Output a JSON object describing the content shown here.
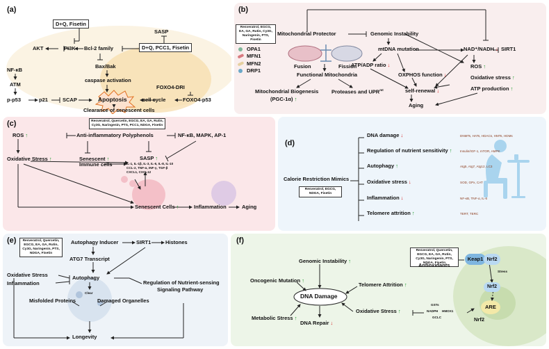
{
  "panels": {
    "a": {
      "label": "(a)",
      "dq_fisetin": "D+Q, Fisetin",
      "sasp": "SASP",
      "dq_pcc1_fisetin": "D+Q, PCC1, Fisetin",
      "akt": "AKT",
      "pi3k": "PI3K",
      "bcl2": "Bcl-2 family",
      "baxbak": "Bax/Bak",
      "caspase": "caspase activation",
      "nfkb": "NF-κB",
      "atm": "ATM",
      "p53": "p-p53",
      "p21": "p21",
      "scap": "SCAP",
      "apoptosis": "Apoptosis",
      "cellcycle": "cell cycle",
      "foxo4dri": "FOXO4-DRI",
      "foxo4p53": "FOXO4-p53",
      "clearance": "Clearance of senescent cells"
    },
    "b": {
      "label": "(b)",
      "compounds": "Resveratrol, EGCG, EA, GA, Rutin, Cy3G, Naringenin, PTS, Fisetin",
      "protector": "Mitochondrial Protector",
      "genomic": "Genomic Instability",
      "legend": [
        "OPA1",
        "MFN1",
        "MFN2",
        "DRP1"
      ],
      "fusion": "Fusion",
      "fission": "Fission",
      "mtdna": "mtDNA mutation",
      "nad": "NAD⁺/NADH",
      "sirt1": "SIRT1",
      "atpadp": "ATP/ADP ratio",
      "oxphos": "OXPHOS function",
      "ros": "ROS",
      "oxstress": "Oxidative stress",
      "atpprod": "ATP production",
      "selfrenewal": "self-renewal",
      "functional": "Functional Mitochondria",
      "biogenesis": "Mitochondrial Biogenesis",
      "pgc": "(PGC-1α)",
      "proteases": "Proteases and UPR",
      "proteases_sup": "mt",
      "aging": "Aging"
    },
    "c": {
      "label": "(c)",
      "compounds": "Resveratrol, Quercetin, EGCG, EA, GA, Rutin, Cy3G, Naringenin, PTS, PCC1, NDGA, Fisetin",
      "polyphenols": "Anti-inflammatory Polyphenols",
      "ros": "ROS",
      "nfkb": "NF-κB, MAPK, AP-1",
      "oxstress": "Oxidative Stress",
      "immune1": "Senescent",
      "immune2": "Immune cells",
      "sasp": "SASP",
      "cytokines1": "IL-1, IL-1β, IL-3, IL-6, IL-8, IL-10",
      "cytokines2": "CCL-2, TNF-α, INF-γ, TGF-β",
      "cytokines3": "CXCL1, CXCL12",
      "sencells": "Senescent Cells",
      "inflammation": "Inflammation",
      "aging": "Aging"
    },
    "d": {
      "label": "(d)",
      "crm": "Calorie Restriction Mimics",
      "compounds": "Resveratrol, EGCG, NDGA, Fisetin",
      "rows": [
        {
          "text": "DNA damage",
          "arrow": "down",
          "detail": "DNMTs, HATs, HDACs, HMTs, HDMs"
        },
        {
          "text": "Regulation of nutrient sensitivity",
          "arrow": "up",
          "detail": "Insulin/IGF-1, mTOR, AMPK"
        },
        {
          "text": "Autophagy",
          "arrow": "up",
          "detail": "Atg5, Atg7, Atg12, LC3"
        },
        {
          "text": "Oxidative stress",
          "arrow": "down",
          "detail": "SOD, GPx, CAT"
        },
        {
          "text": "Inflammation",
          "arrow": "down",
          "detail": "NF-κB, TNF-α, IL-6"
        },
        {
          "text": "Telomere attrition",
          "arrow": "up",
          "detail": "TERT, TERC"
        }
      ]
    },
    "e": {
      "label": "(e)",
      "compounds": "Resveratrol, Quercetin, EGCG, EA, GA, Rutin, Cy3G, Naringenin, PTS, NDGA, Fisetin",
      "inducer": "Autophagy Inducer",
      "sirt1": "SIRT1",
      "histones": "Histones",
      "atg7": "ATG7 Transcript",
      "oxstress": "Oxidative Stress",
      "inflammation": "Inflammation",
      "autophagy": "Autophagy",
      "clear": "Clear",
      "nutrient1": "Regulation of Nutrient-sensing",
      "nutrient2": "Signaling Pathway",
      "misfolded": "Misfolded Proteins",
      "damaged": "Damaged Organelles",
      "longevity": "Longevity"
    },
    "f": {
      "label": "(f)",
      "oncogenic": "Oncogenic Mutation",
      "genomic": "Genomic Instability",
      "dnadamage": "DNA Damage",
      "telomere": "Telomere Attrition",
      "metabolic": "Metabolic Stress",
      "dnarepair": "DNA Repair",
      "oxstress": "Oxidative Stress",
      "compounds": "Resveratrol, Quercetin, EGCG, EA, GA, Rutin, Cy3G, Naringenin, PTS, NDGA, Fisetin",
      "antioxidants": "Antioxidants",
      "keap1": "Keap1",
      "nrf2": "Nrf2",
      "stress": "Stress",
      "are": "ARE",
      "gsts": "GSTs",
      "nadph": "NADPH",
      "hmox1": "HMOX1",
      "gclc": "GCLC"
    }
  },
  "arrows": {
    "up": "↑",
    "down": "↓"
  },
  "colors": {
    "up": "#1a9a2a",
    "down": "#d52020",
    "text": "#111111",
    "brown": "#8b3a1a",
    "keap1": "#7fb6e0",
    "nrf2": "#b9d9f2",
    "are": "#f3e9a8"
  }
}
